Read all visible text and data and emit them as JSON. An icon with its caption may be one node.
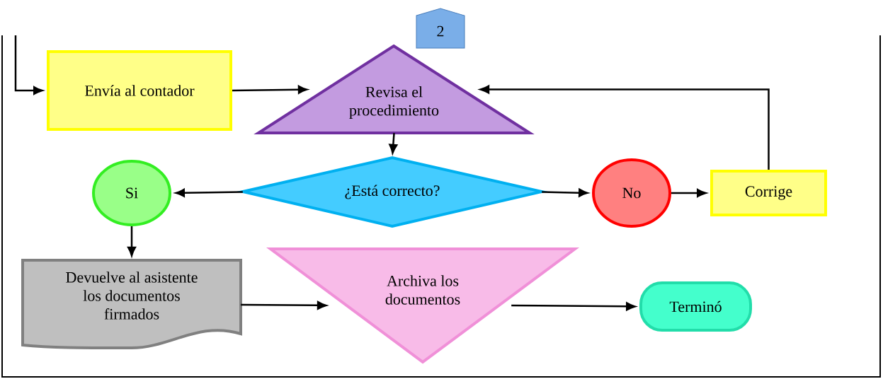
{
  "diagram": {
    "nodes": [
      {
        "text": [
          "2"
        ]
      },
      {
        "text": [
          "Envía al contador"
        ]
      },
      {
        "text": [
          "Revisa el procedimiento"
        ]
      },
      {
        "text": [
          "¿Está correcto?"
        ]
      },
      {
        "text": [
          "Si"
        ]
      },
      {
        "text": [
          "No"
        ]
      },
      {
        "text": [
          "Corrige"
        ]
      },
      {
        "text": [
          "Devuelve al asistente los documentos firmados"
        ]
      },
      {
        "text": [
          "Archiva los documentos"
        ]
      },
      {
        "text": [
          "Terminó"
        ]
      }
    ],
    "edges": [
      {
        "from": null,
        "to": 1,
        "arrow": "to"
      },
      {
        "from": 1,
        "to": 2,
        "arrow": "to"
      },
      {
        "from": 2,
        "to": 3,
        "arrow": "to"
      },
      {
        "from": 3,
        "to": 4,
        "arrow": "to"
      },
      {
        "from": 3,
        "to": 5,
        "arrow": "to"
      },
      {
        "from": 5,
        "to": 6,
        "arrow": "to"
      },
      {
        "from": 6,
        "to": 2,
        "arrow": "to"
      },
      {
        "from": 4,
        "to": 7,
        "arrow": "to"
      },
      {
        "from": 7,
        "to": 8,
        "arrow": "to"
      },
      {
        "from": 8,
        "to": 9,
        "arrow": "to"
      }
    ]
  }
}
